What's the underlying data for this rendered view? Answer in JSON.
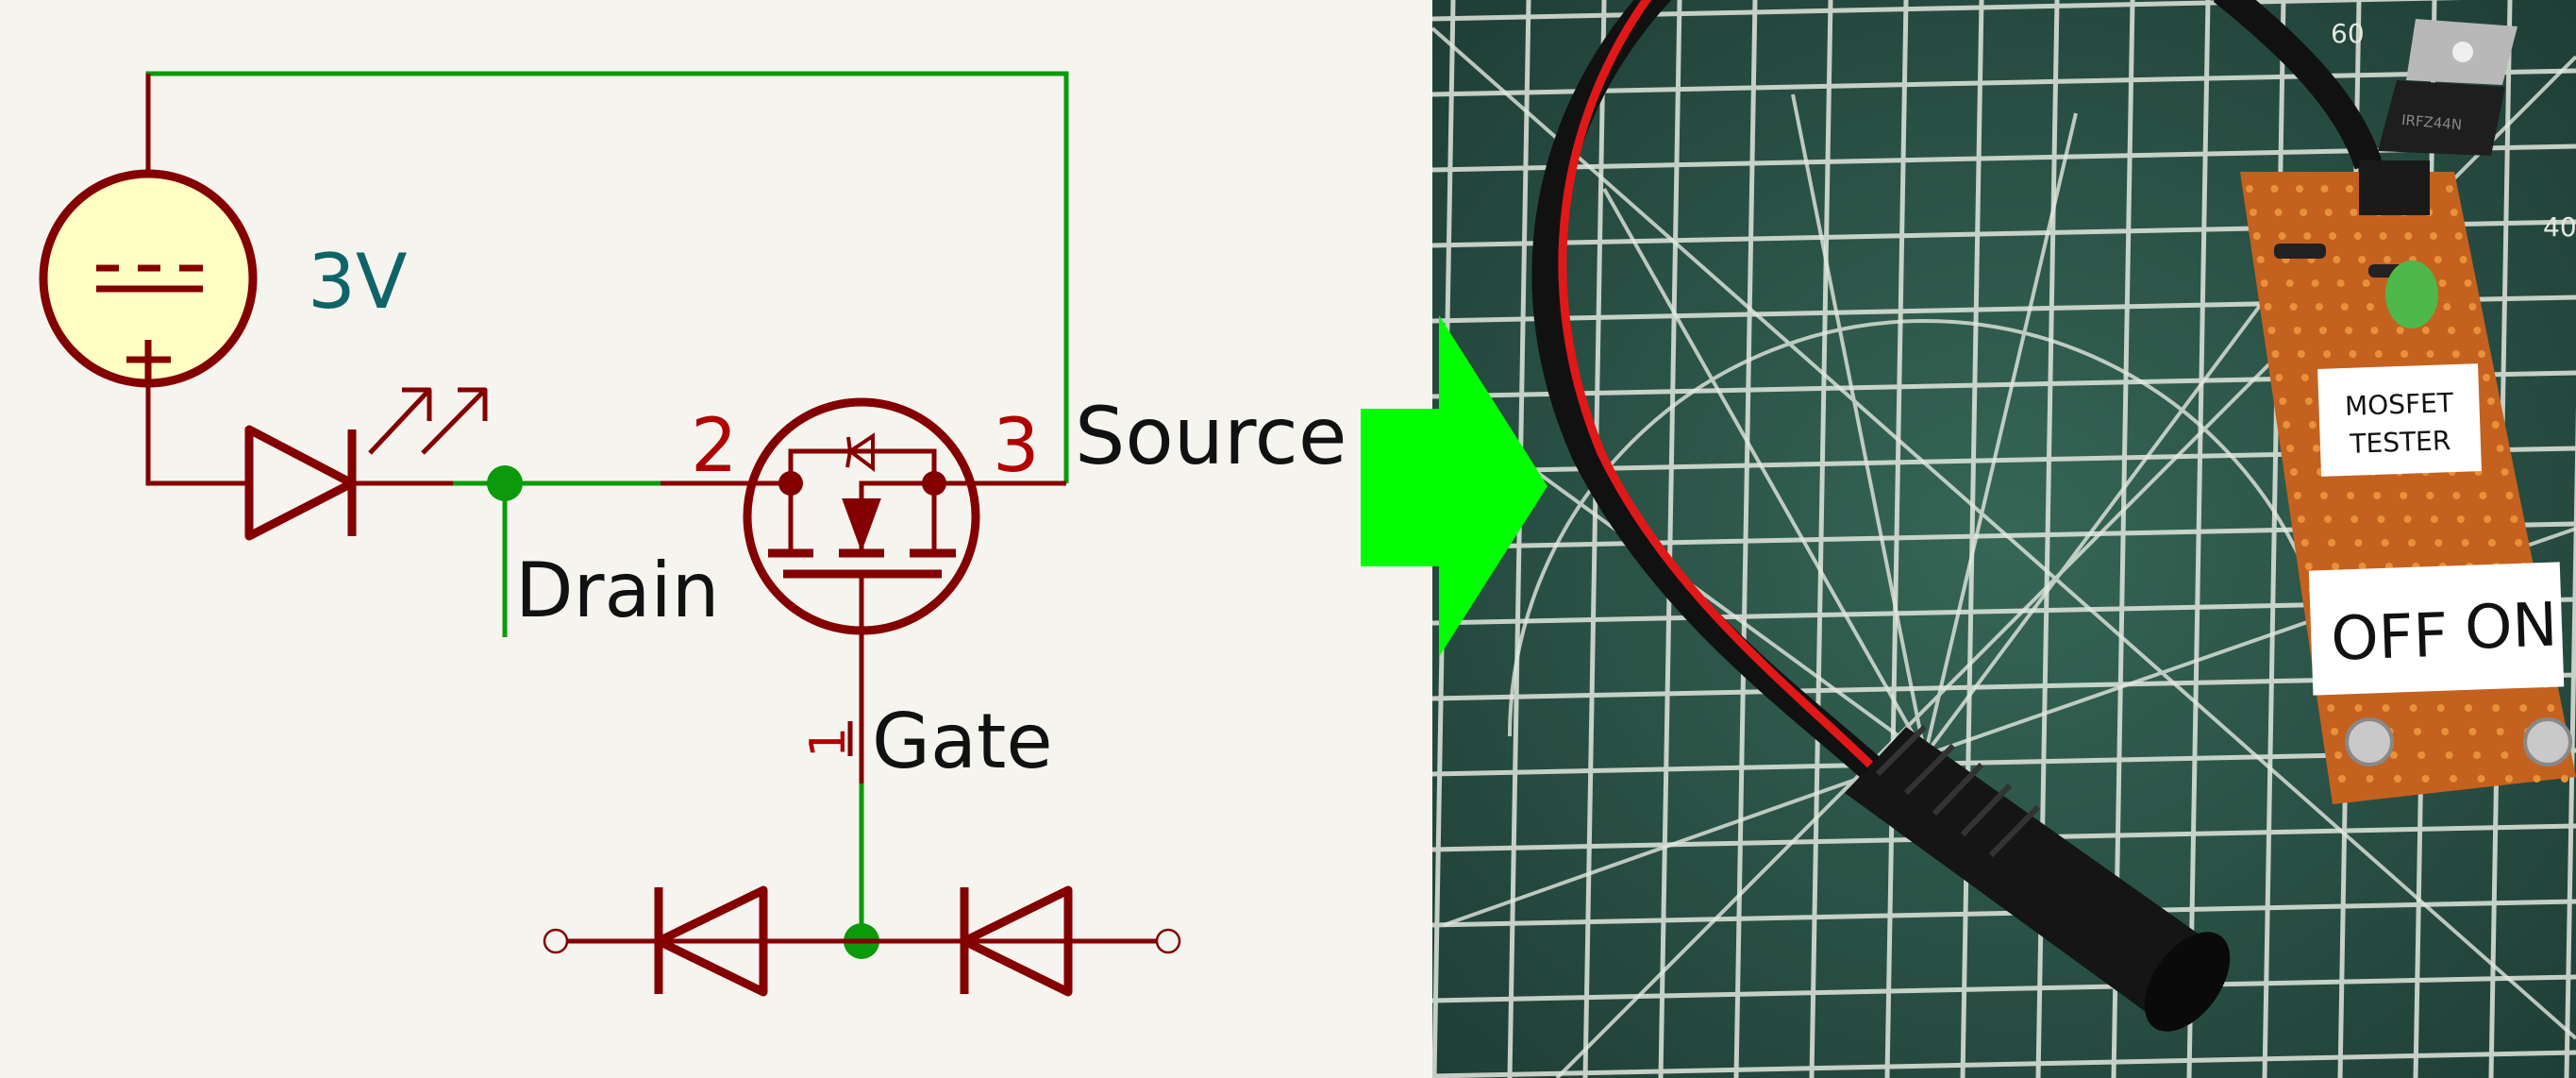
{
  "schematic": {
    "battery_value": "3V",
    "pin_drain_number": "2",
    "pin_source_number": "3",
    "pin_gate_number": "1",
    "label_source": "Source",
    "label_drain": "Drain",
    "label_gate": "Gate",
    "colors": {
      "background": "#f5f4ef",
      "wire": "#0a9a0a",
      "component": "#840000",
      "battery_fill": "#ffffc4",
      "value_text": "#0f6468",
      "label_text": "#111111",
      "pin_number": "#b00000"
    }
  },
  "arrow": {
    "color": "#00ff00",
    "direction": "right"
  },
  "photo": {
    "label_title_line1": "MOSFET",
    "label_title_line2": "TESTER",
    "label_off": "OFF",
    "label_on": "ON",
    "transistor_marking": "IRFZ44N",
    "mat_number_top": "60",
    "mat_number_right": "40",
    "colors": {
      "mat": "#2f5a4f",
      "grid": "#e8ece4",
      "board": "#c4611f",
      "cable_red": "#e01818",
      "cable_black": "#111111",
      "led": "#4fb84a"
    }
  }
}
